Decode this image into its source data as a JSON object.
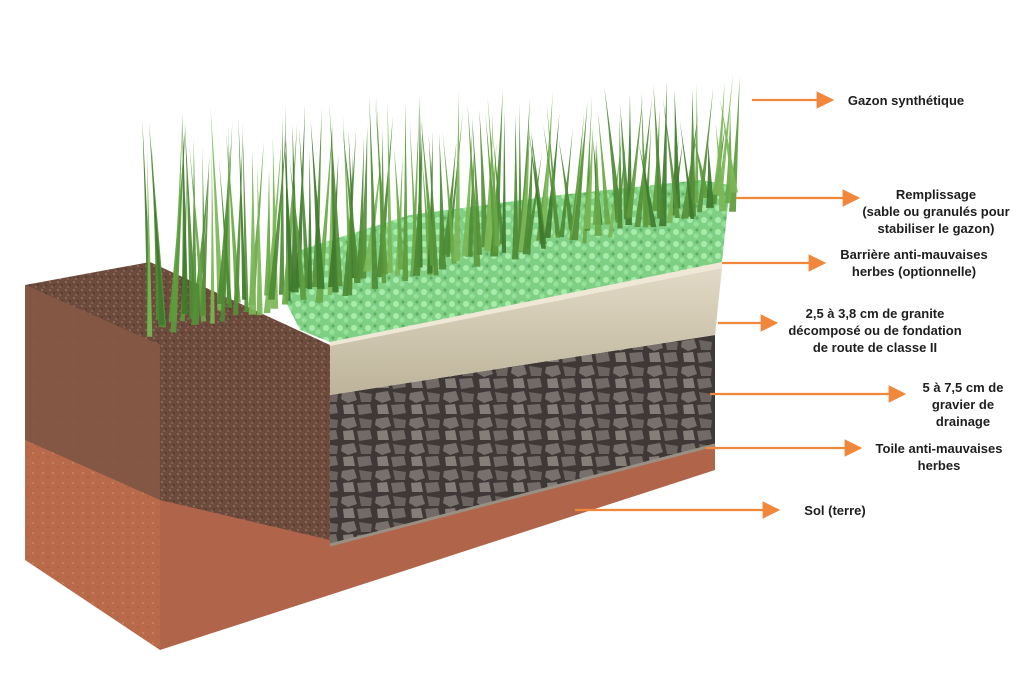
{
  "colors": {
    "arrow": "#f0873a",
    "label_text": "#1e1e1e",
    "note_text": "#f0873a",
    "grass": "#5c9a3c",
    "infill": "#8fdc8f",
    "weed_barrier": "#d8d0bc",
    "granite": "#c9c0aa",
    "gravel": "#5f5a58",
    "soil_top": "#6b4a3c",
    "soil_side": "#b8684a"
  },
  "layers": [
    {
      "id": "gazon",
      "lines": [
        "Gazon synthétique"
      ]
    },
    {
      "id": "remplissage",
      "lines": [
        "Remplissage"
      ],
      "note_lines": [
        "(sable ou granulés pour",
        "stabiliser le gazon)"
      ]
    },
    {
      "id": "barriere",
      "lines": [
        "Barrière anti-mauvaises",
        "herbes (optionnelle)"
      ]
    },
    {
      "id": "granite",
      "lines": [
        "2,5 à 3,8 cm de granite",
        "décomposé ou de fondation",
        "de route de classe II"
      ]
    },
    {
      "id": "gravier",
      "lines": [
        "5 à 7,5 cm de",
        "gravier de",
        "drainage"
      ]
    },
    {
      "id": "toile",
      "lines": [
        "Toile anti-mauvaises",
        "herbes"
      ]
    },
    {
      "id": "sol",
      "lines": [
        "Sol (terre)"
      ]
    }
  ]
}
